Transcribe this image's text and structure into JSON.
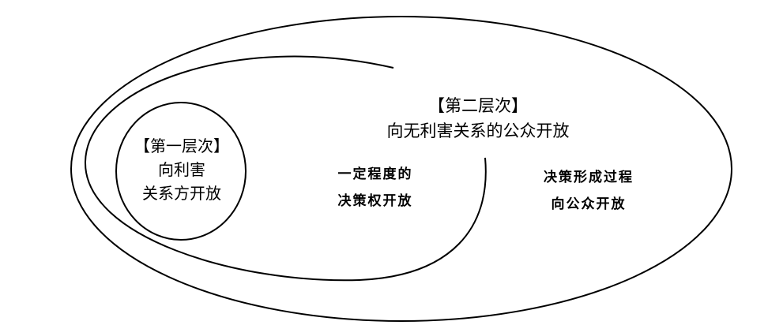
{
  "diagram": {
    "level_one": {
      "heading": "【第一层次】",
      "line1": "向利害",
      "line2": "关系方开放"
    },
    "level_two": {
      "heading": "【第二层次】",
      "line1": "向无利害关系的公众开放"
    },
    "inner_region": {
      "line1": "一定程度的",
      "line2": "决策权开放"
    },
    "outer_region": {
      "line1": "决策形成过程",
      "line2": "向公众开放"
    },
    "colors": {
      "stroke": "#000000",
      "background": "#ffffff"
    }
  }
}
